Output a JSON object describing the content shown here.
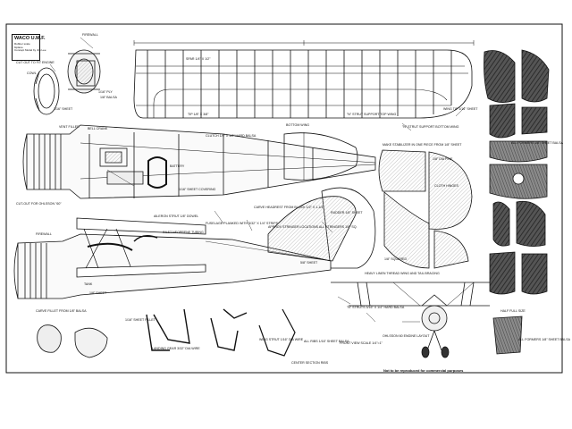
{
  "title_block": {
    "title": "WACO U.M.F.",
    "subtitle": "Rubber scale\nbiplane\nConcept Model by Jim Lee"
  },
  "labels": {
    "firewall_top": "FIREWALL",
    "cut_out": "CUT OUT TO FIT ENGINE",
    "cowl": "COWL",
    "ply": "1/16\" PLY",
    "balsa": "1/8\" BALSA",
    "vent_filler": "VENT FILLER",
    "sheet_top": "1/16\" SHEET",
    "bell_crank": "BELL CRANK",
    "clutch": "CLUTCH 1/4\" X 1/2\" HARD BALSA",
    "battery": "BATTERY",
    "sheet_covering": "1/16\" SHEET COVERING",
    "cutout_ohlsson": "CUT-OUT FOR OHLSSON \"60\"",
    "aileron_strut": "AILERON STRUT 1/8\" DOWEL",
    "fuselage_planked": "FUSELAGE PLANKED WITH 3/32\" X 1/4\" STRIPS",
    "inlet_neoprene": "INLET NEOPRENE TUBING",
    "carve_headrest": "CARVE HEADREST FROM BLOCK 1/2\" X 1-1/4\"",
    "approx_stringer": "APPROX STRINGER LOCATIONS ALL STRINGERS 1/8\" SQ.",
    "firewall_mid": "FIREWALL",
    "tank": "TANK",
    "sheet_1_8": "1/8\" SHEET",
    "carve_fillet": "CARVE FILLET FROM 1/8\" BALSA",
    "fillet": "1/16\" SHEET FILLET",
    "landing_gear": "LANDING GEAR 3/32\" DIA WIRE",
    "wing_strut": "WING STRUT 1/16\" DIA WIRE",
    "spar": "SPAR 1/4\" X 1/2\"",
    "bottom_wing": "BOTTOM WING",
    "n_strut_top": "\"N\" STRUT SUPPORT TOP WING",
    "n_strut_bottom": "\"N\" STRUT SUPPORT BOTTOM WING",
    "wing_tip": "WING TIP 1/16\" SHEET",
    "tip_sheet": "TIP 1/8\" X 3/8\"",
    "make_stabilizer": "MAKE STABILIZER IN ONE PIECE FROM 1/8\" SHEET",
    "pine": "1/8\" DIA PINE",
    "cloth_hinges": "CLOTH HINGES",
    "rudder": "RUDDER 1/8\" SHEET",
    "squared": "1/8\" SQUARED",
    "sheet_5_8": "5/8\" SHEET",
    "heavy_linen": "HEAVY LINEN THREAD WING AND TAIL BRACING",
    "n_struts": "\"N\" STRUTS 3/16\" X 1/4\" HARD BALSA",
    "front_view": "FRONT VIEW SCALE 1/4\"=1\"",
    "ohlsson_engine": "OHLSSON 60 ENGINE LAYOUT",
    "all_ribs": "ALL RIBS 1/16\" SHEET BALSA",
    "center_section": "CENTER SECTION RIBS",
    "half_size": "HALF FULL SIZE",
    "all_formers_1": "ALL FORMERS 1/8\" SHEET BALSA",
    "all_formers_2": "ALL FORMERS 1/8\" SHEET BALSA"
  },
  "footer": "Not to be reproduced for commercial purposes"
}
